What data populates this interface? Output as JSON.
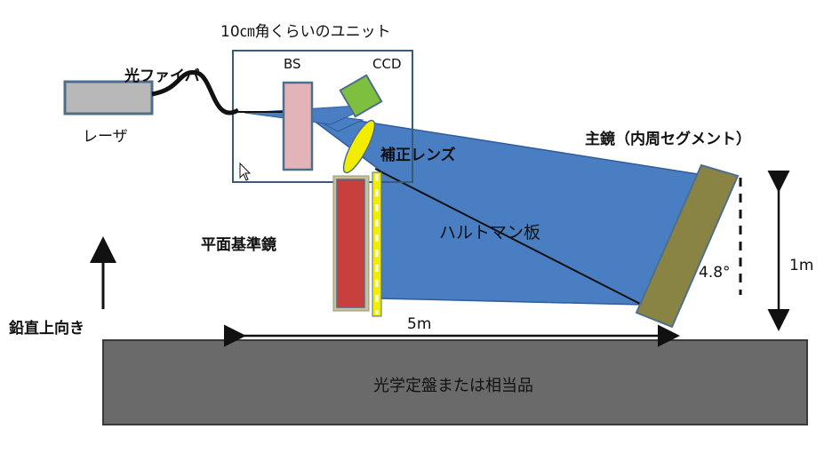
{
  "labels": {
    "unit_box": "10㎝角くらいのユニット",
    "fiber": "光ファイバ",
    "laser": "レーザ",
    "bs": "BS",
    "ccd": "CCD",
    "correction_lens": "補正レンズ",
    "primary_mirror": "主鏡（内周セグメント）",
    "flat_reference_mirror": "平面基準鏡",
    "hartmann_plate": "ハルトマン板",
    "vertical_up": "鉛直上向き",
    "distance": "5m",
    "height": "1m",
    "angle": "4.8°",
    "optical_table": "光学定盤または相当品"
  },
  "colors": {
    "beam": "#4a7ec2",
    "laser": "#b8b8b8",
    "bs": "#e2b4b8",
    "ccd": "#7fbf3f",
    "lens": "#f2ec00",
    "flat_mirror": "#c8403e",
    "primary_mirror": "#8a8444",
    "hartmann": "#f2ec00",
    "table": "#6a6a6a",
    "hartmann_text": "#f7f000"
  }
}
